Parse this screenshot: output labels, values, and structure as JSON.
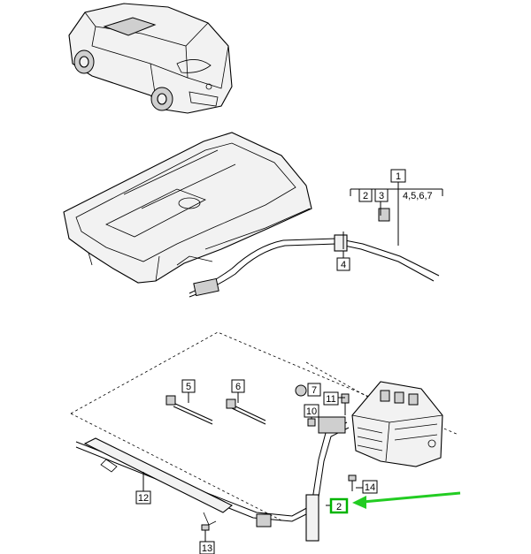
{
  "callouts": {
    "c1": "1",
    "c2": "2",
    "c3": "3",
    "c4": "4",
    "c567": "4,5,6,7",
    "c5": "5",
    "c6": "6",
    "c7": "7",
    "c10": "10",
    "c11": "11",
    "c12": "12",
    "c13": "13",
    "c14": "14",
    "c2b": "2"
  },
  "colors": {
    "arrow": "#22cc22",
    "highlight": "#00b400",
    "line": "#000000"
  }
}
